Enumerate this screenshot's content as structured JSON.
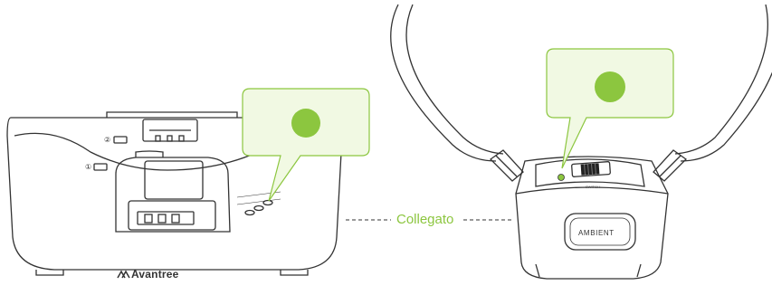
{
  "status": {
    "connected_label": "Collegato",
    "indicator_color": "#8cc63f",
    "callout_fill": "#f1f9e3",
    "line_color": "#333333"
  },
  "transmitter": {
    "brand": "Avantree",
    "brand_icon": "avantree-logo-icon",
    "battery_slot_1_label": "①",
    "battery_slot_2_label": "②"
  },
  "headset": {
    "ambient_button_label": "AMBIENT",
    "switch_label": "SWITCH"
  }
}
